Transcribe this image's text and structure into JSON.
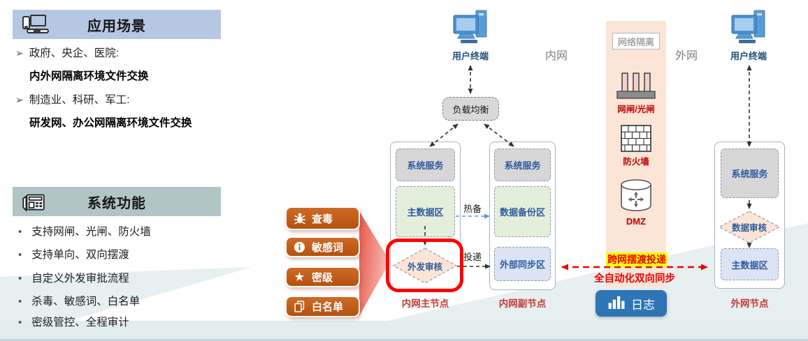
{
  "colors": {
    "scenario_header_bg": "#b5c7e3",
    "function_header_bg": "#b1c5c4",
    "feature_button_bg": "#bc5712",
    "highlight_red": "#fe0000",
    "isolation_band_bg": "#fbe5d6",
    "log_button_bg": "#2e75b6",
    "cross_label_highlight": "#ffff00",
    "cell_text_blue": "#2e5b9e",
    "node_label_red": "#c23a3a",
    "gray_cell_bg": "#d7d7d7",
    "green_cell_bg": "#e4efdb",
    "blue_cell_bg": "#dce3f5"
  },
  "scenarios": {
    "title": "应用场景",
    "items": [
      {
        "head": "政府、央企、医院:",
        "detail": "内外网隔离环境文件交换"
      },
      {
        "head": "制造业、科研、军工:",
        "detail": "研发网、办公网隔离环境文件交换"
      }
    ]
  },
  "functions": {
    "title": "系统功能",
    "items": [
      "支持网闸、光闸、防火墙",
      "支持单向、双向摆渡",
      "自定义外发审批流程",
      "杀毒、敏感词、白名单",
      "密级管控、全程审计"
    ]
  },
  "feature_buttons": [
    {
      "label": "查毒",
      "icon": "bug-icon"
    },
    {
      "label": "敏感词",
      "icon": "info-icon"
    },
    {
      "label": "密级",
      "icon": "star-icon"
    },
    {
      "label": "白名单",
      "icon": "whitelist-icon"
    }
  ],
  "diagram": {
    "zone_intranet": "内网",
    "zone_extranet": "外网",
    "terminal_intranet": "用户终端",
    "terminal_extranet": "用户终端",
    "load_balancer": "负载均衡",
    "master": {
      "services": "系统服务",
      "data": "主数据区",
      "review": "外发审核",
      "label": "内网主节点"
    },
    "secondary": {
      "services": "系统服务",
      "backup": "数据备份区",
      "sync": "外部同步区",
      "label": "内网副节点"
    },
    "external": {
      "services": "系统服务",
      "review": "数据审核",
      "data": "主数据区",
      "label": "外网节点"
    },
    "isolation": {
      "title": "网络隔离",
      "gate": "网闸/光闸",
      "firewall": "防火墙",
      "dmz": "DMZ"
    },
    "links": {
      "hot_backup": "热备",
      "delivery": "投递",
      "cross": "跨网摆渡投递",
      "sync": "全自动化双向同步"
    },
    "log": "日志"
  }
}
